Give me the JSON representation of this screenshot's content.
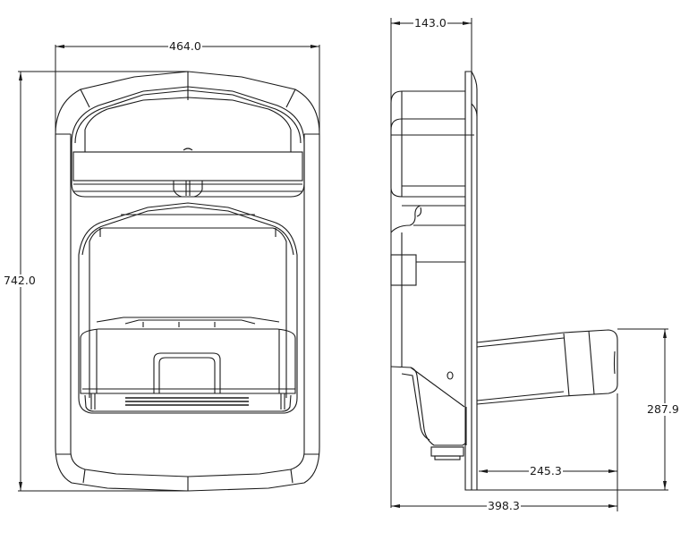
{
  "drawing": {
    "type": "technical-dimension-drawing",
    "views": [
      {
        "name": "front-view",
        "label": ""
      },
      {
        "name": "side-view",
        "label": ""
      }
    ],
    "units": "mm",
    "line_color": "#1a1a1a",
    "background": "#ffffff"
  },
  "dimensions": {
    "front_width": "464.0",
    "front_height": "742.0",
    "side_depth_top": "143.0",
    "side_handle_height": "287.9",
    "side_handle_reach": "245.3",
    "side_total_depth": "398.3"
  }
}
